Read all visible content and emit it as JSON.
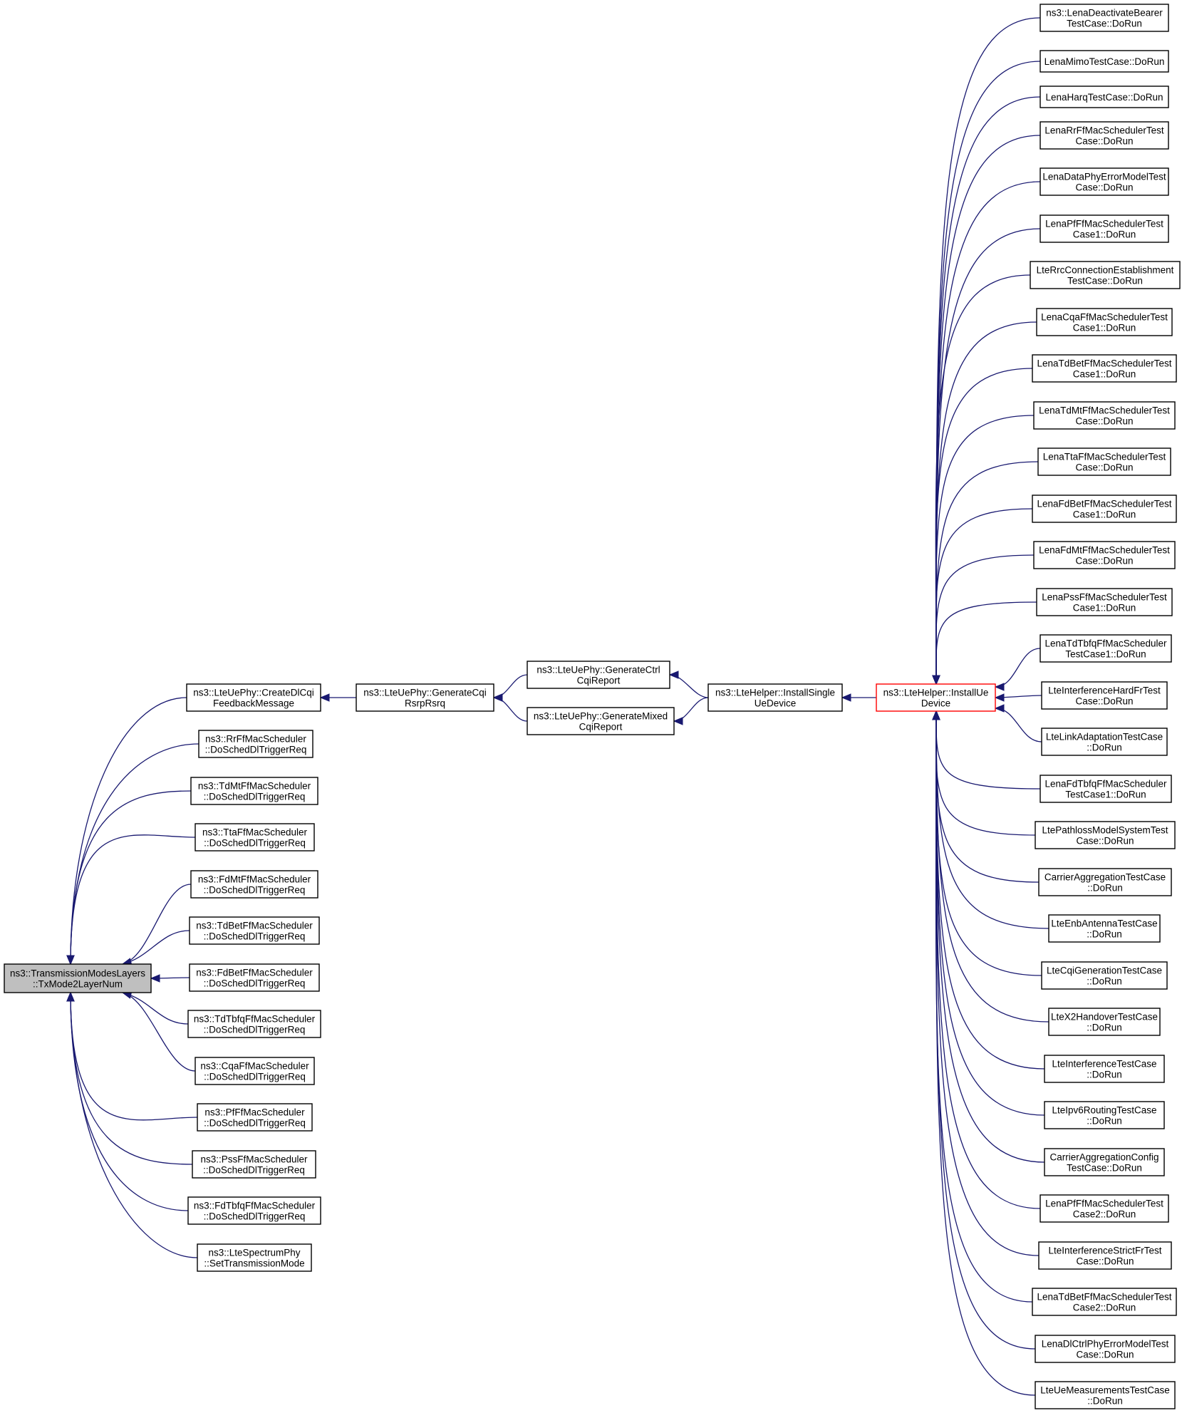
{
  "colors": {
    "edge": "#191970",
    "focus_fill": "#bfbfbf",
    "node_border": "#000000",
    "truncated_border": "#ff0000",
    "background": "#ffffff"
  },
  "nodes": [
    {
      "id": "focus",
      "lines": [
        "ns3::TransmissionModesLayers",
        "::TxMode2LayerNum"
      ],
      "style": "focus"
    },
    {
      "id": "c1",
      "lines": [
        "ns3::LteUePhy::CreateDlCqi",
        "FeedbackMessage"
      ]
    },
    {
      "id": "c2",
      "lines": [
        "ns3::RrFfMacScheduler",
        "::DoSchedDlTriggerReq"
      ]
    },
    {
      "id": "c3",
      "lines": [
        "ns3::TdMtFfMacScheduler",
        "::DoSchedDlTriggerReq"
      ]
    },
    {
      "id": "c4",
      "lines": [
        "ns3::TtaFfMacScheduler",
        "::DoSchedDlTriggerReq"
      ]
    },
    {
      "id": "c5",
      "lines": [
        "ns3::FdMtFfMacScheduler",
        "::DoSchedDlTriggerReq"
      ]
    },
    {
      "id": "c6",
      "lines": [
        "ns3::TdBetFfMacScheduler",
        "::DoSchedDlTriggerReq"
      ]
    },
    {
      "id": "c7",
      "lines": [
        "ns3::FdBetFfMacScheduler",
        "::DoSchedDlTriggerReq"
      ]
    },
    {
      "id": "c8",
      "lines": [
        "ns3::TdTbfqFfMacScheduler",
        "::DoSchedDlTriggerReq"
      ]
    },
    {
      "id": "c9",
      "lines": [
        "ns3::CqaFfMacScheduler",
        "::DoSchedDlTriggerReq"
      ]
    },
    {
      "id": "c10",
      "lines": [
        "ns3::PfFfMacScheduler",
        "::DoSchedDlTriggerReq"
      ]
    },
    {
      "id": "c11",
      "lines": [
        "ns3::PssFfMacScheduler",
        "::DoSchedDlTriggerReq"
      ]
    },
    {
      "id": "c12",
      "lines": [
        "ns3::FdTbfqFfMacScheduler",
        "::DoSchedDlTriggerReq"
      ]
    },
    {
      "id": "c13",
      "lines": [
        "ns3::LteSpectrumPhy",
        "::SetTransmissionMode"
      ]
    },
    {
      "id": "g1",
      "lines": [
        "ns3::LteUePhy::GenerateCqi",
        "RsrpRsrq"
      ]
    },
    {
      "id": "h1",
      "lines": [
        "ns3::LteUePhy::GenerateCtrl",
        "CqiReport"
      ]
    },
    {
      "id": "h2",
      "lines": [
        "ns3::LteUePhy::GenerateMixed",
        "CqiReport"
      ]
    },
    {
      "id": "i1",
      "lines": [
        "ns3::LteHelper::InstallSingle",
        "UeDevice"
      ]
    },
    {
      "id": "j1",
      "lines": [
        "ns3::LteHelper::InstallUe",
        "Device"
      ],
      "style": "truncated"
    },
    {
      "id": "t1",
      "lines": [
        "ns3::LenaDeactivateBearer",
        "TestCase::DoRun"
      ]
    },
    {
      "id": "t2",
      "lines": [
        "LenaMimoTestCase::DoRun"
      ]
    },
    {
      "id": "t3",
      "lines": [
        "LenaHarqTestCase::DoRun"
      ]
    },
    {
      "id": "t4",
      "lines": [
        "LenaRrFfMacSchedulerTest",
        "Case::DoRun"
      ]
    },
    {
      "id": "t5",
      "lines": [
        "LenaDataPhyErrorModelTest",
        "Case::DoRun"
      ]
    },
    {
      "id": "t6",
      "lines": [
        "LenaPfFfMacSchedulerTest",
        "Case1::DoRun"
      ]
    },
    {
      "id": "t7",
      "lines": [
        "LteRrcConnectionEstablishment",
        "TestCase::DoRun"
      ]
    },
    {
      "id": "t8",
      "lines": [
        "LenaCqaFfMacSchedulerTest",
        "Case1::DoRun"
      ]
    },
    {
      "id": "t9",
      "lines": [
        "LenaTdBetFfMacSchedulerTest",
        "Case1::DoRun"
      ]
    },
    {
      "id": "t10",
      "lines": [
        "LenaTdMtFfMacSchedulerTest",
        "Case::DoRun"
      ]
    },
    {
      "id": "t11",
      "lines": [
        "LenaTtaFfMacSchedulerTest",
        "Case::DoRun"
      ]
    },
    {
      "id": "t12",
      "lines": [
        "LenaFdBetFfMacSchedulerTest",
        "Case1::DoRun"
      ]
    },
    {
      "id": "t13",
      "lines": [
        "LenaFdMtFfMacSchedulerTest",
        "Case::DoRun"
      ]
    },
    {
      "id": "t14",
      "lines": [
        "LenaPssFfMacSchedulerTest",
        "Case1::DoRun"
      ]
    },
    {
      "id": "t15",
      "lines": [
        "LenaTdTbfqFfMacScheduler",
        "TestCase1::DoRun"
      ]
    },
    {
      "id": "t16",
      "lines": [
        "LteInterferenceHardFrTest",
        "Case::DoRun"
      ]
    },
    {
      "id": "t17",
      "lines": [
        "LteLinkAdaptationTestCase",
        "::DoRun"
      ]
    },
    {
      "id": "t18",
      "lines": [
        "LenaFdTbfqFfMacScheduler",
        "TestCase1::DoRun"
      ]
    },
    {
      "id": "t19",
      "lines": [
        "LtePathlossModelSystemTest",
        "Case::DoRun"
      ]
    },
    {
      "id": "t20",
      "lines": [
        "CarrierAggregationTestCase",
        "::DoRun"
      ]
    },
    {
      "id": "t21",
      "lines": [
        "LteEnbAntennaTestCase",
        "::DoRun"
      ]
    },
    {
      "id": "t22",
      "lines": [
        "LteCqiGenerationTestCase",
        "::DoRun"
      ]
    },
    {
      "id": "t23",
      "lines": [
        "LteX2HandoverTestCase",
        "::DoRun"
      ]
    },
    {
      "id": "t24",
      "lines": [
        "LteInterferenceTestCase",
        "::DoRun"
      ]
    },
    {
      "id": "t25",
      "lines": [
        "LteIpv6RoutingTestCase",
        "::DoRun"
      ]
    },
    {
      "id": "t26",
      "lines": [
        "CarrierAggregationConfig",
        "TestCase::DoRun"
      ]
    },
    {
      "id": "t27",
      "lines": [
        "LenaPfFfMacSchedulerTest",
        "Case2::DoRun"
      ]
    },
    {
      "id": "t28",
      "lines": [
        "LteInterferenceStrictFrTest",
        "Case::DoRun"
      ]
    },
    {
      "id": "t29",
      "lines": [
        "LenaTdBetFfMacSchedulerTest",
        "Case2::DoRun"
      ]
    },
    {
      "id": "t30",
      "lines": [
        "LenaDlCtrlPhyErrorModelTest",
        "Case::DoRun"
      ]
    },
    {
      "id": "t31",
      "lines": [
        "LteUeMeasurementsTestCase",
        "::DoRun"
      ]
    }
  ],
  "edges": [
    {
      "from": "c1",
      "to": "focus"
    },
    {
      "from": "c2",
      "to": "focus"
    },
    {
      "from": "c3",
      "to": "focus"
    },
    {
      "from": "c4",
      "to": "focus"
    },
    {
      "from": "c5",
      "to": "focus"
    },
    {
      "from": "c6",
      "to": "focus"
    },
    {
      "from": "c7",
      "to": "focus"
    },
    {
      "from": "c8",
      "to": "focus"
    },
    {
      "from": "c9",
      "to": "focus"
    },
    {
      "from": "c10",
      "to": "focus"
    },
    {
      "from": "c11",
      "to": "focus"
    },
    {
      "from": "c12",
      "to": "focus"
    },
    {
      "from": "c13",
      "to": "focus"
    },
    {
      "from": "g1",
      "to": "c1"
    },
    {
      "from": "h1",
      "to": "g1"
    },
    {
      "from": "h2",
      "to": "g1"
    },
    {
      "from": "i1",
      "to": "h1"
    },
    {
      "from": "i1",
      "to": "h2"
    },
    {
      "from": "j1",
      "to": "i1"
    },
    {
      "from": "t1",
      "to": "j1"
    },
    {
      "from": "t2",
      "to": "j1"
    },
    {
      "from": "t3",
      "to": "j1"
    },
    {
      "from": "t4",
      "to": "j1"
    },
    {
      "from": "t5",
      "to": "j1"
    },
    {
      "from": "t6",
      "to": "j1"
    },
    {
      "from": "t7",
      "to": "j1"
    },
    {
      "from": "t8",
      "to": "j1"
    },
    {
      "from": "t9",
      "to": "j1"
    },
    {
      "from": "t10",
      "to": "j1"
    },
    {
      "from": "t11",
      "to": "j1"
    },
    {
      "from": "t12",
      "to": "j1"
    },
    {
      "from": "t13",
      "to": "j1"
    },
    {
      "from": "t14",
      "to": "j1"
    },
    {
      "from": "t15",
      "to": "j1"
    },
    {
      "from": "t16",
      "to": "j1"
    },
    {
      "from": "t17",
      "to": "j1"
    },
    {
      "from": "t18",
      "to": "j1"
    },
    {
      "from": "t19",
      "to": "j1"
    },
    {
      "from": "t20",
      "to": "j1"
    },
    {
      "from": "t21",
      "to": "j1"
    },
    {
      "from": "t22",
      "to": "j1"
    },
    {
      "from": "t23",
      "to": "j1"
    },
    {
      "from": "t24",
      "to": "j1"
    },
    {
      "from": "t25",
      "to": "j1"
    },
    {
      "from": "t26",
      "to": "j1"
    },
    {
      "from": "t27",
      "to": "j1"
    },
    {
      "from": "t28",
      "to": "j1"
    },
    {
      "from": "t29",
      "to": "j1"
    },
    {
      "from": "t30",
      "to": "j1"
    },
    {
      "from": "t31",
      "to": "j1"
    }
  ]
}
